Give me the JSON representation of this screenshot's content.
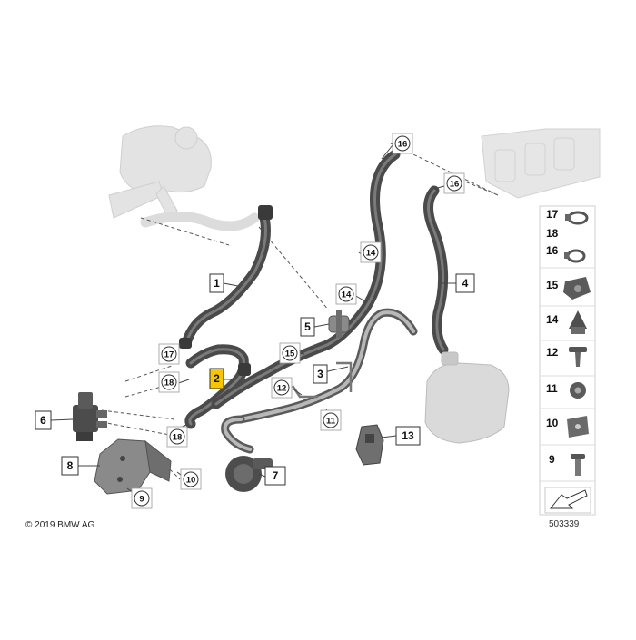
{
  "diagram": {
    "copyright": "© 2019 BMW AG",
    "diagram_id": "503339",
    "colors": {
      "hose": "#4a4a4a",
      "hose_light": "#7a7a7a",
      "ghost": "#d6d6d6",
      "highlight": "#f7c600",
      "leader": "#444444"
    },
    "callouts": {
      "c1": "1",
      "c2": "2",
      "c3": "3",
      "c4": "4",
      "c5": "5",
      "c6": "6",
      "c7": "7",
      "c8": "8",
      "c9": "9",
      "c10": "10",
      "c11": "11",
      "c12": "12",
      "c13": "13",
      "c14a": "14",
      "c14b": "14",
      "c15": "15",
      "c16a": "16",
      "c16b": "16",
      "c17": "17",
      "c18a": "18",
      "c18b": "18"
    },
    "legend": {
      "l17": "17",
      "l18": "18",
      "l16": "16",
      "l15": "15",
      "l14": "14",
      "l12": "12",
      "l11": "11",
      "l10": "10",
      "l9": "9"
    }
  }
}
